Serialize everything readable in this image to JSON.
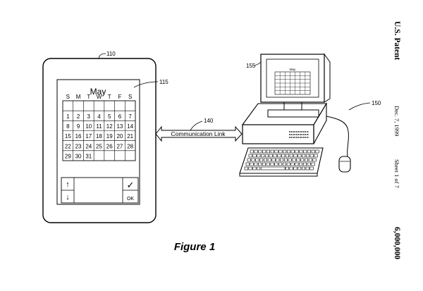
{
  "header": {
    "title": "U.S. Patent",
    "date": "Dec. 7, 1999",
    "sheet": "Sheet 1 of 7",
    "patent_number": "6,000,000"
  },
  "figure": {
    "caption": "Figure 1",
    "ref_labels": {
      "pda": "110",
      "pda_screen": "115",
      "link": "140",
      "computer": "150",
      "monitor": "155"
    },
    "link_label": "Communication Link"
  },
  "calendar": {
    "month": "May",
    "weekdays": [
      "S",
      "M",
      "T",
      "W",
      "T",
      "F",
      "S"
    ],
    "rows": [
      [
        "",
        "",
        "",
        "",
        "",
        "",
        ""
      ],
      [
        "1",
        "2",
        "3",
        "4",
        "5",
        "6",
        "7"
      ],
      [
        "8",
        "9",
        "10",
        "11",
        "12",
        "13",
        "14"
      ],
      [
        "15",
        "16",
        "17",
        "18",
        "19",
        "20",
        "21"
      ],
      [
        "22",
        "23",
        "24",
        "25",
        "26",
        "27",
        "28"
      ],
      [
        "29",
        "30",
        "31",
        "",
        "",
        "",
        ""
      ]
    ]
  },
  "pda_buttons": {
    "up_icon": "↑",
    "down_icon": "↓",
    "check_icon": "✓",
    "ok_label": "OK"
  },
  "monitor_calendar": {
    "month": "May"
  }
}
